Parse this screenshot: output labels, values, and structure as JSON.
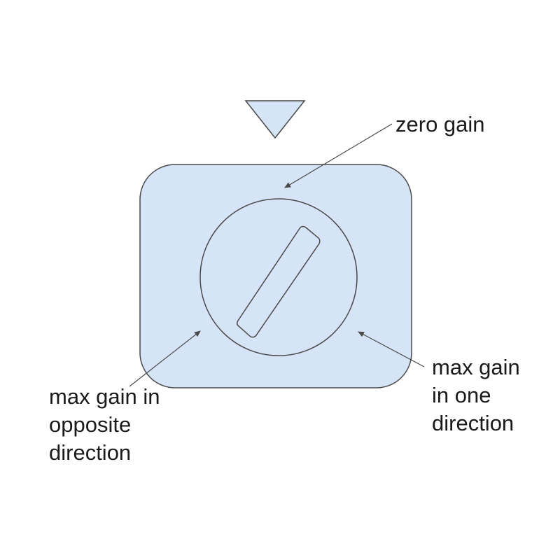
{
  "labels": {
    "zero_gain": [
      "zero gain"
    ],
    "max_gain_one_direction": [
      "max gain",
      "in one",
      "direction"
    ],
    "max_gain_opposite_direction": [
      "max gain in",
      "opposite",
      "direction"
    ]
  },
  "colors": {
    "fill": "#d6e4f8",
    "stroke": "#4a4a4a",
    "text": "#1a1a1a",
    "background": "#ffffff"
  }
}
